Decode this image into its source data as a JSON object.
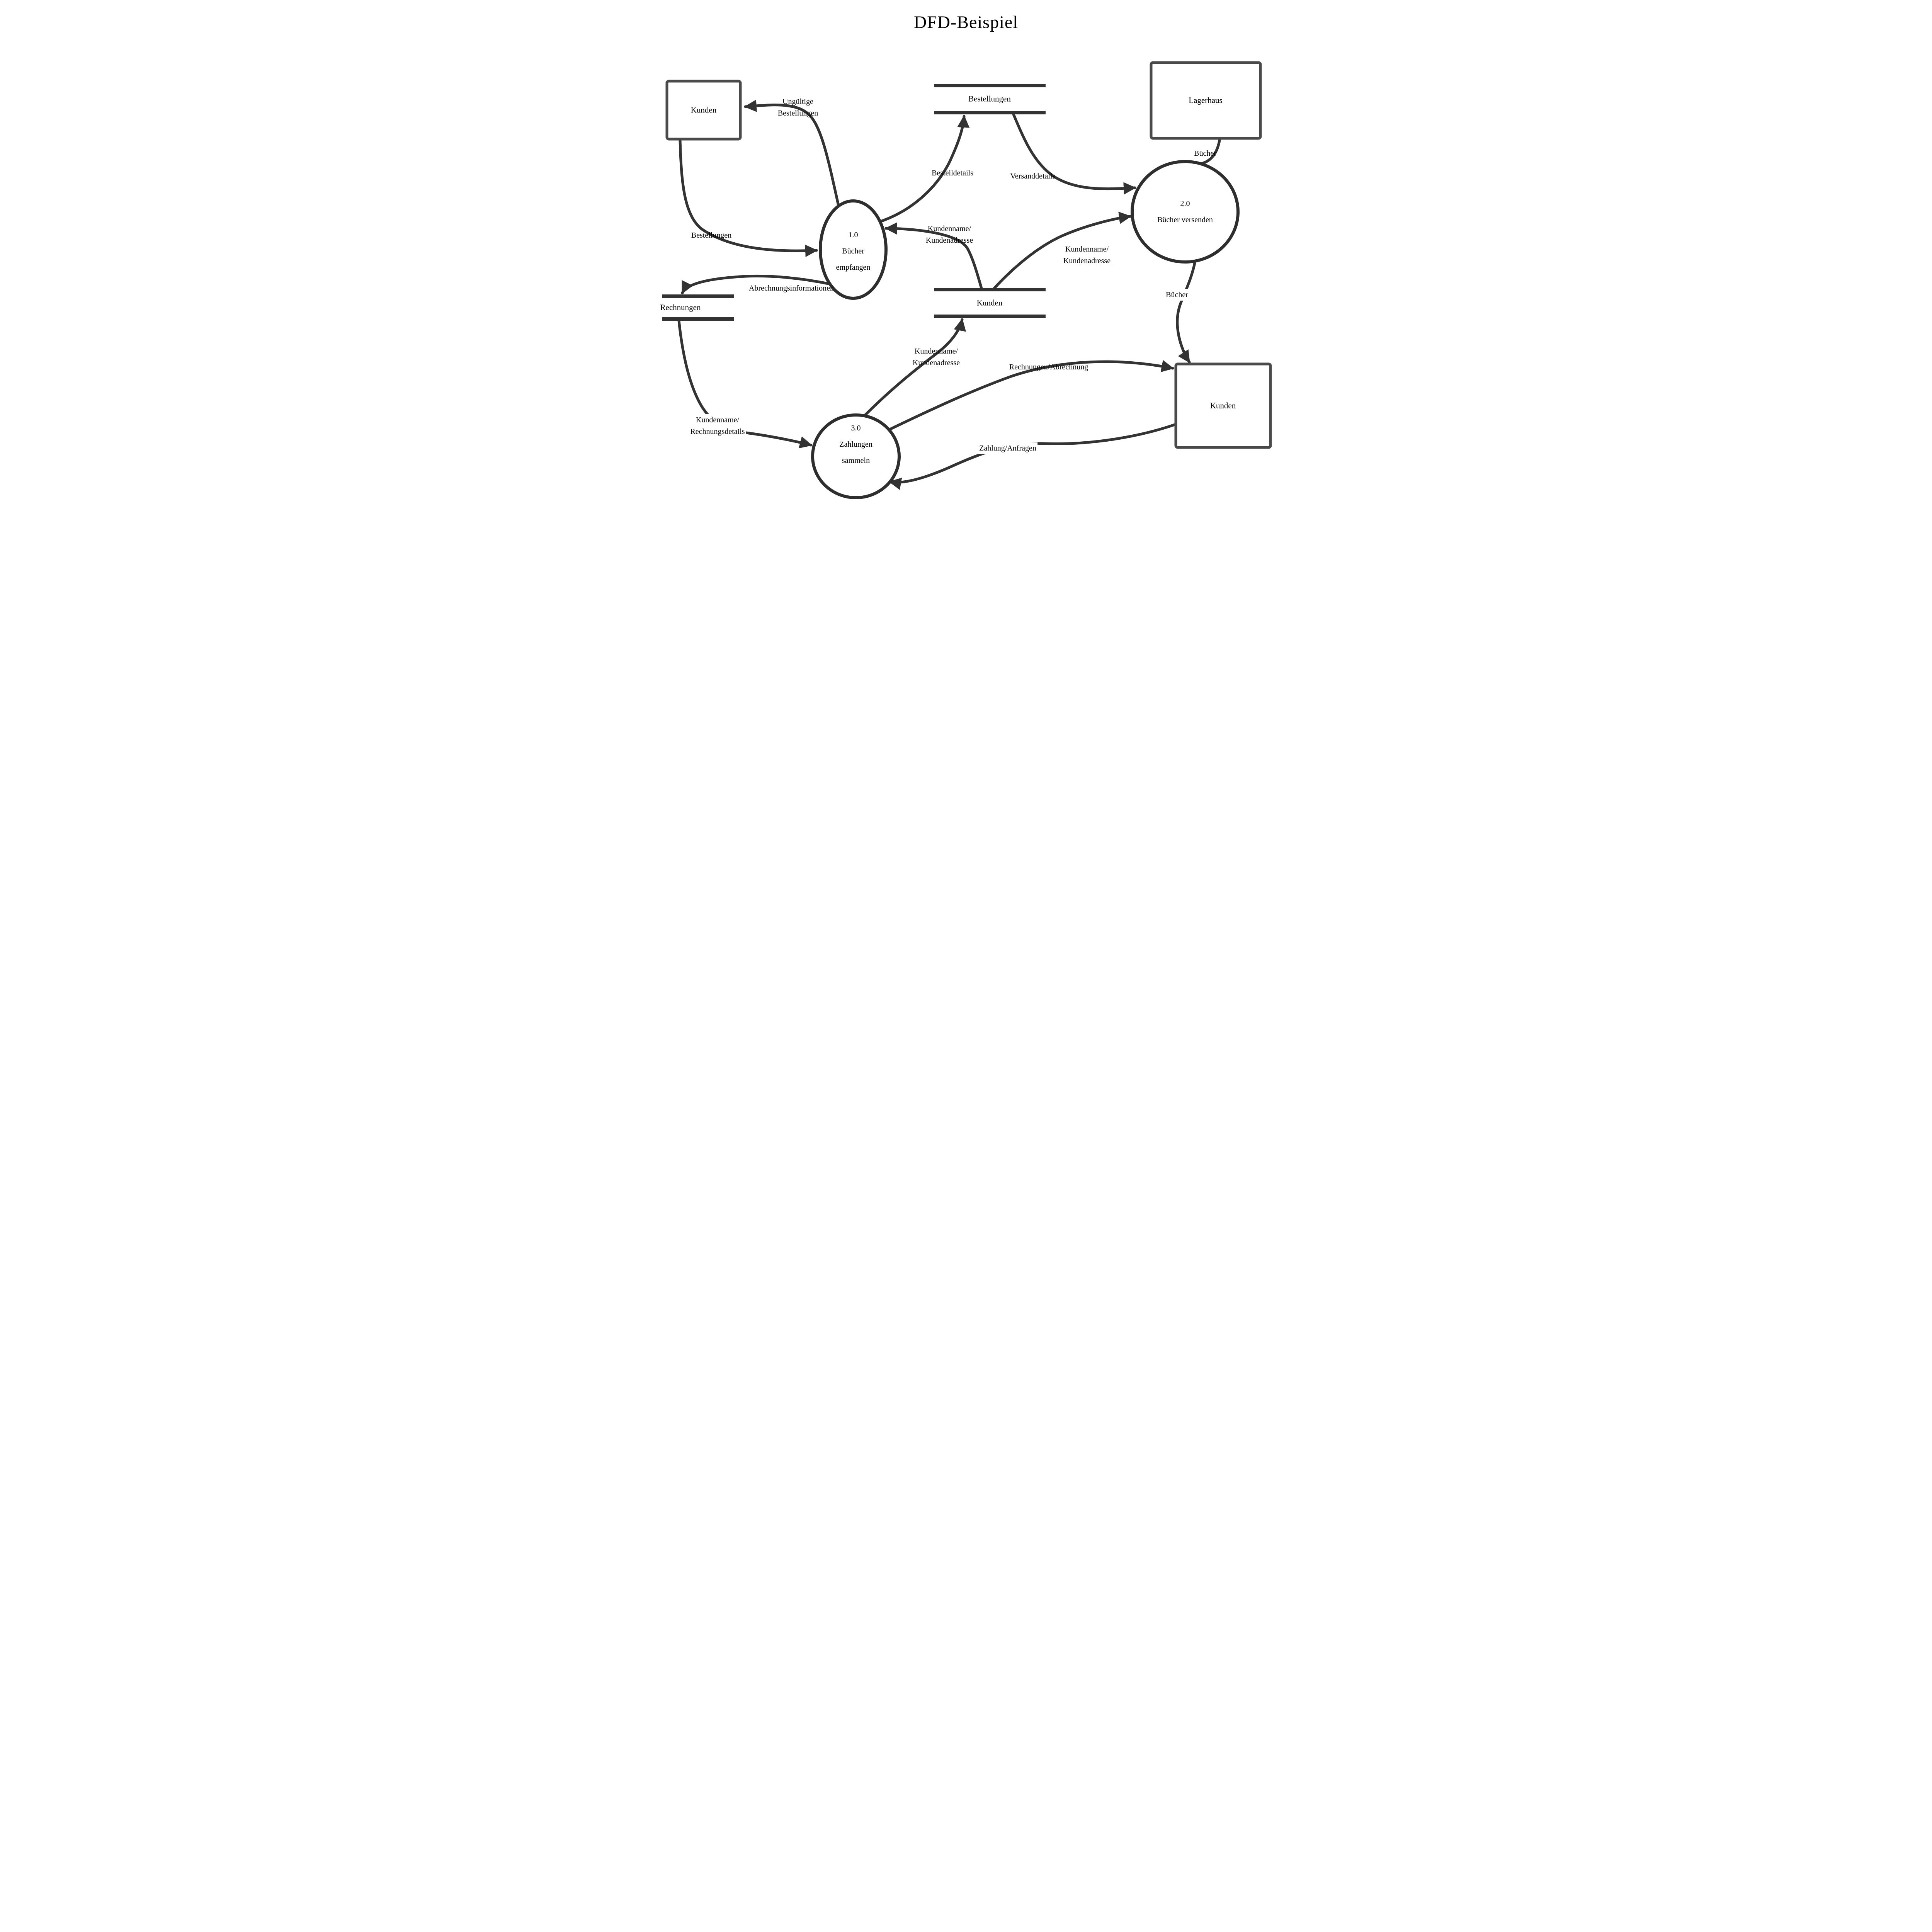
{
  "title": "DFD-Beispiel",
  "entities": {
    "kunden_top": {
      "label": "Kunden"
    },
    "lagerhaus": {
      "label": "Lagerhaus"
    },
    "kunden_bottom": {
      "label": "Kunden"
    }
  },
  "processes": {
    "p1": {
      "text": "1.0\nBücher\nempfangen"
    },
    "p2": {
      "text": "2.0\nBücher versenden"
    },
    "p3": {
      "text": "3.0\nZahlungen\nsammeln"
    }
  },
  "datastores": {
    "bestellungen": {
      "label": "Bestellungen"
    },
    "rechnungen": {
      "label": "Rechnungen"
    },
    "kunden": {
      "label": "Kunden"
    }
  },
  "flow_labels": {
    "ungueltige_bestellungen": "Ungültige\nBestellungen",
    "bestellungen": "Bestellungen",
    "bestelldetails": "Bestelldetails",
    "versanddetails": "Versanddetails",
    "buecher_top": "Bücher",
    "kundenname_kundenadresse_1": "Kundenname/\nKundenadresse",
    "kundenname_kundenadresse_2": "Kundenname/\nKundenadresse",
    "abrechnungsinformationen": "Abrechnungsinformationen",
    "buecher_right": "Bücher",
    "kundenname_kundenadresse_3": "Kundenname/\nKundenadresse",
    "rechnungen_abrechnung": "Rechnungen/Abrechnung",
    "kundenname_rechnungsdetails": "Kundenname/\nRechnungsdetails",
    "zahlung_anfragen": "Zahlung/Anfragen"
  },
  "colors": {
    "flow_line": "#333333",
    "process_stroke": "#2e2e2e",
    "entity_border": "#4a4a4a",
    "datastore_bar": "#333333",
    "text": "#000000",
    "background": "#ffffff"
  }
}
